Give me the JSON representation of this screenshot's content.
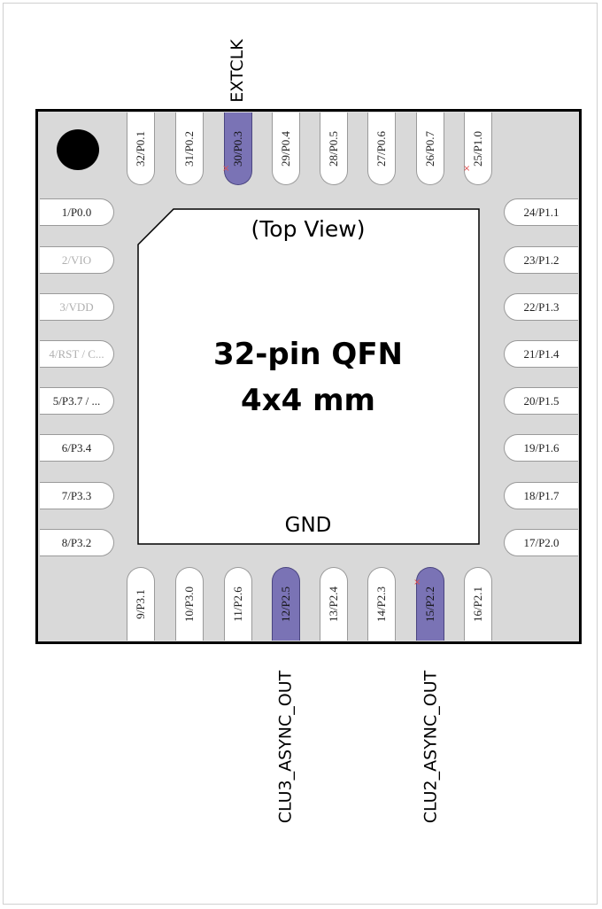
{
  "package": {
    "view_label": "(Top View)",
    "name": "32-pin QFN",
    "size": "4x4 mm",
    "center_label": "GND"
  },
  "pins": {
    "left": [
      "1/P0.0",
      "2/VIO",
      "3/VDD",
      "4/RST / C...",
      "5/P3.7 / ...",
      "6/P3.4",
      "7/P3.3",
      "8/P3.2"
    ],
    "bottom": [
      "9/P3.1",
      "10/P3.0",
      "11/P2.6",
      "12/P2.5",
      "13/P2.4",
      "14/P2.3",
      "15/P2.2",
      "16/P2.1"
    ],
    "right": [
      "24/P1.1",
      "23/P1.2",
      "22/P1.3",
      "21/P1.4",
      "20/P1.5",
      "19/P1.6",
      "18/P1.7",
      "17/P2.0"
    ],
    "top": [
      "32/P0.1",
      "31/P0.2",
      "30/P0.3",
      "29/P0.4",
      "28/P0.5",
      "27/P0.6",
      "26/P0.7",
      "25/P1.0"
    ]
  },
  "signals": {
    "extclk": "EXTCLK",
    "clu3": "CLU3_ASYNC_OUT",
    "clu2": "CLU2_ASYNC_OUT"
  },
  "colors": {
    "highlight": "#7a73b5",
    "package_body": "#d9d9d9",
    "marker": "#e05050"
  },
  "icons": {
    "pin1": "pin1-dot-icon",
    "marker": "x-marker-icon"
  }
}
